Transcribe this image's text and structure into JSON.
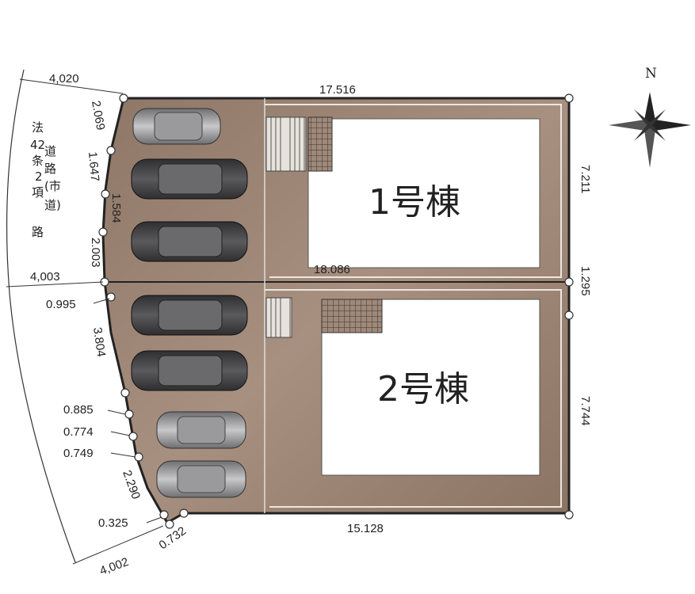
{
  "north_label": "N",
  "road_label": [
    "法",
    "42",
    "条",
    "2",
    "項",
    "道",
    "路",
    "(市",
    "道)",
    "路"
  ],
  "buildings": [
    {
      "label": "1号棟"
    },
    {
      "label": "2号棟"
    }
  ],
  "dimensions": {
    "top": "17.516",
    "middle": "18.086",
    "bottom": "15.128",
    "right_upper": "7.211",
    "right_mid": "1.295",
    "right_lower": "7.744",
    "road_width_top": "4,020",
    "road_width_mid": "4,003",
    "road_width_bottom": "4,002",
    "left_1": "2.069",
    "left_2": "1.647",
    "left_3": "1.584",
    "left_4": "2.003",
    "left_5": "0.995",
    "left_6": "3.804",
    "left_7": "0.885",
    "left_8": "0.774",
    "left_9": "0.749",
    "left_10": "2.290",
    "left_11": "0.325",
    "left_12": "0.732"
  },
  "colors": {
    "lot": "#9a8272",
    "lot_outline": "#222222",
    "building": "#ffffff",
    "car_dark": "#3a3a3c",
    "car_light": "#8c8c8e"
  }
}
